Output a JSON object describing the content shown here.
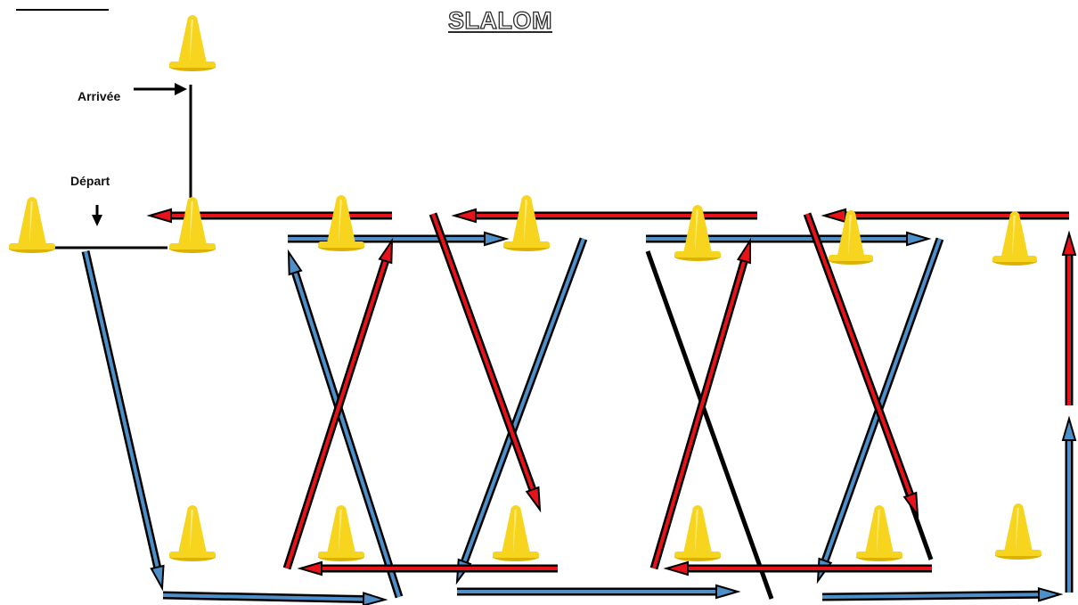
{
  "title": "SLALOM",
  "labels": {
    "finish": "Arrivée",
    "start": "Départ"
  },
  "colors": {
    "cone": "#f7d51f",
    "cone_shadow": "#dcb200",
    "outline": "#000000",
    "blue": "#4f8fc8",
    "red": "#e8121b"
  },
  "icons": {
    "cone": "traffic-cone-icon",
    "arrow": "path-arrow"
  }
}
